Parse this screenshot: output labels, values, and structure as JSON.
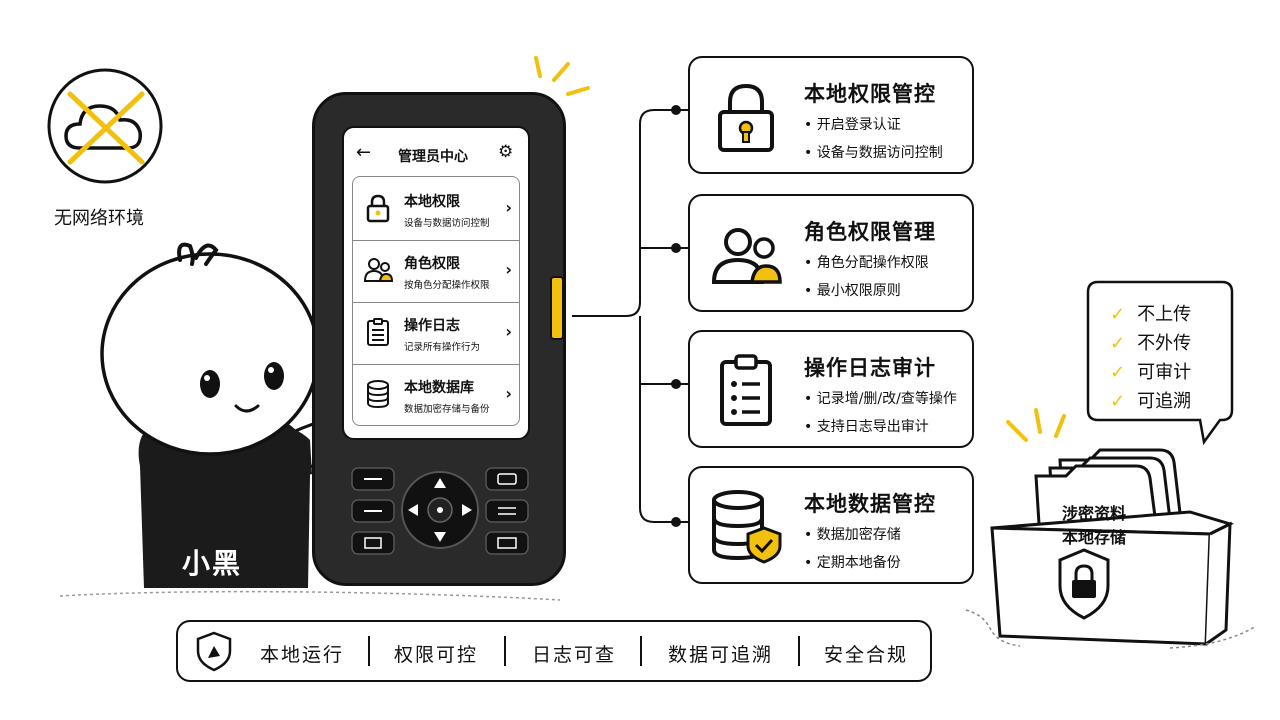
{
  "offline": {
    "label": "无网络环境"
  },
  "character": {
    "name": "小黑"
  },
  "phone": {
    "header_title": "管理员中心",
    "items": [
      {
        "title": "本地权限",
        "subtitle": "设备与数据访问控制"
      },
      {
        "title": "角色权限",
        "subtitle": "按角色分配操作权限"
      },
      {
        "title": "操作日志",
        "subtitle": "记录所有操作行为"
      },
      {
        "title": "本地数据库",
        "subtitle": "数据加密存储与备份"
      }
    ]
  },
  "features": [
    {
      "title": "本地权限管控",
      "bullets": [
        "开启登录认证",
        "设备与数据访问控制"
      ]
    },
    {
      "title": "角色权限管理",
      "bullets": [
        "角色分配操作权限",
        "最小权限原则"
      ]
    },
    {
      "title": "操作日志审计",
      "bullets": [
        "记录增/删/改/查等操作",
        "支持日志导出审计"
      ]
    },
    {
      "title": "本地数据管控",
      "bullets": [
        "数据加密存储",
        "定期本地备份"
      ]
    }
  ],
  "checklist": [
    "不上传",
    "不外传",
    "可审计",
    "可追溯"
  ],
  "storage_box": {
    "label_line1": "涉密资料",
    "label_line2": "本地存储"
  },
  "bottom_bar": [
    "本地运行",
    "权限可控",
    "日志可查",
    "数据可追溯",
    "安全合规"
  ],
  "colors": {
    "accent": "#f2c00f",
    "ink": "#111111",
    "phone_body": "#2a2a2a"
  },
  "bullet_mark": "•"
}
